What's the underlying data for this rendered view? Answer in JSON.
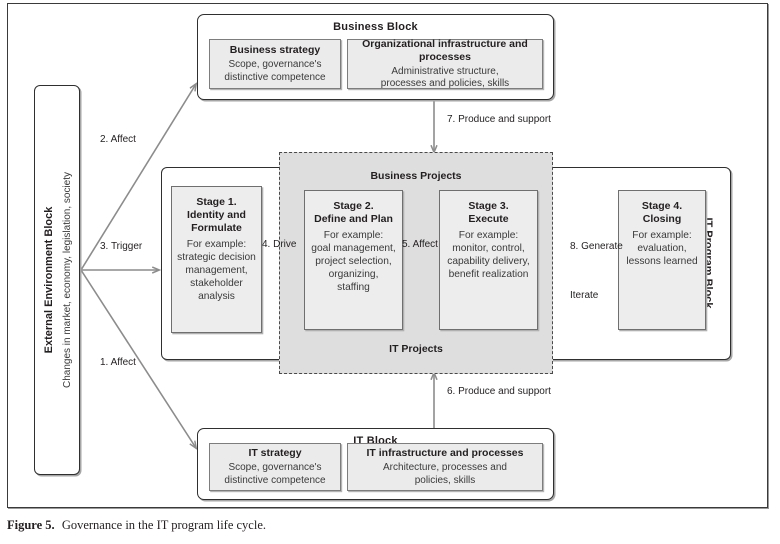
{
  "figure": {
    "caption_label": "Figure 5.",
    "caption_text": "Governance in the IT program life cycle."
  },
  "external_block": {
    "title": "External Environment Block",
    "subtitle": "Changes in market, economy, legislation, society"
  },
  "business_block": {
    "title": "Business Block",
    "panels": [
      {
        "title": "Business strategy",
        "detail": "Scope, governance's\ndistinctive competence"
      },
      {
        "title": "Organizational infrastructure and processes",
        "detail": "Administrative structure,\nprocesses and policies, skills"
      }
    ]
  },
  "it_block": {
    "title": "IT Block",
    "panels": [
      {
        "title": "IT strategy",
        "detail": "Scope, governance's\ndistinctive competence"
      },
      {
        "title": "IT infrastructure and processes",
        "detail": "Architecture, processes and\npolicies, skills"
      }
    ]
  },
  "program_block": {
    "title": "IT Program Block",
    "stages": [
      {
        "title": "Stage 1.\nIdentity and\nFormulate",
        "detail": "For example:\nstrategic decision\nmanagement,\nstakeholder\nanalysis"
      },
      {
        "title": "Stage 2.\nDefine and Plan",
        "detail": "For example:\ngoal management,\nproject selection,\norganizing,\nstaffing"
      },
      {
        "title": "Stage 3.\nExecute",
        "detail": "For example:\nmonitor, control,\ncapability delivery,\nbenefit realization"
      },
      {
        "title": "Stage 4.\nClosing",
        "detail": "For example:\nevaluation,\nlessons learned"
      }
    ]
  },
  "projects_region": {
    "top_label": "Business Projects",
    "bottom_label": "IT Projects"
  },
  "arrows": [
    {
      "id": "a1",
      "label": "1. Affect"
    },
    {
      "id": "a2",
      "label": "2. Affect"
    },
    {
      "id": "a3",
      "label": "3. Trigger"
    },
    {
      "id": "a4",
      "label": "4. Drive"
    },
    {
      "id": "a5",
      "label": "5. Affect"
    },
    {
      "id": "a6",
      "label": "6. Produce and support"
    },
    {
      "id": "a7",
      "label": "7. Produce and support"
    },
    {
      "id": "a8",
      "label": "8. Generate"
    },
    {
      "id": "a9",
      "label": "Iterate"
    }
  ],
  "colors": {
    "frame_border": "#3a3a3a",
    "block_border": "#2f2f2f",
    "panel_fill": "#ebebeb",
    "panel_border": "#7d7d7d",
    "projects_fill": "#dedede",
    "projects_border": "#4a4a4a",
    "arrow": "#8c8c8c",
    "iterate_arrow": "#808080",
    "text": "#231f20"
  }
}
